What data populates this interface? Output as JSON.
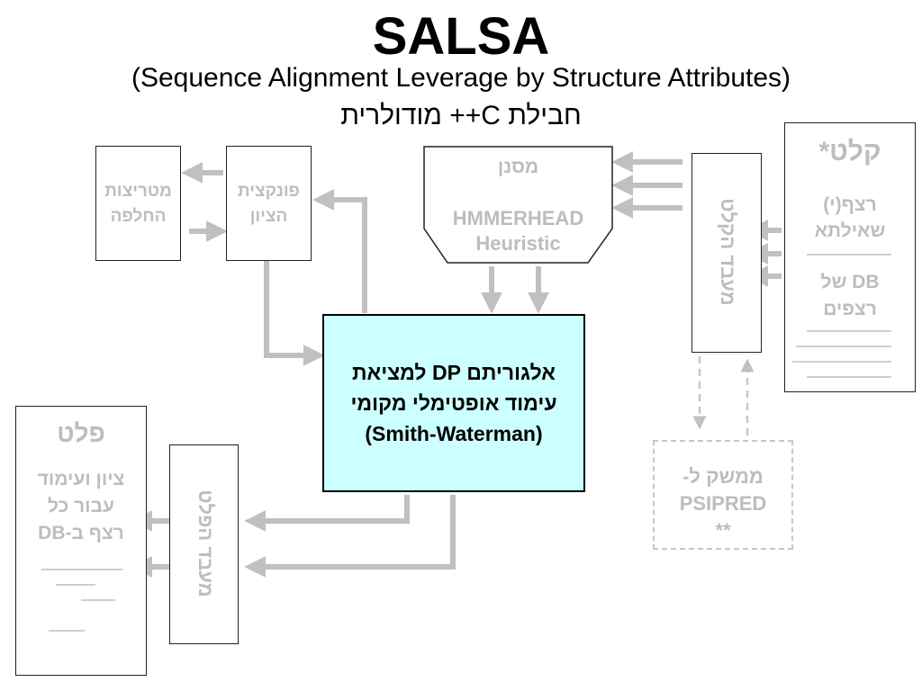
{
  "title": "SALSA",
  "subtitle": "(Sequence Alignment Leverage by Structure Attributes)",
  "subtitle2": "חבילת C++ מודולרית",
  "boxes": {
    "substitution_matrices": "מטריצות\nהחלפה",
    "scoring_function": "פונקצית\nהציון",
    "filter_title": "מסנן",
    "filter_algo": "HMMERHEAD\nHeuristic",
    "input_processor": "מעבד הקלט",
    "input_title": "קלט*",
    "input_query": "רצף(י)\nשאילתא",
    "input_db": "DB של\nרצפים",
    "main": "אלגוריתם DP למציאת\nעימוד אופטימלי מקומי\n(Smith-Waterman)",
    "psipred": "ממשק ל-\nPSIPRED\n**",
    "output_processor": "מעבד הפלט",
    "output_title": "פלט",
    "output_body": "ציון ועימוד\nעבור כל\nרצף ב-DB"
  },
  "colors": {
    "arrow": "#c0c0c0",
    "faded_text": "#bdbdbd",
    "main_fill": "#ccffff"
  }
}
